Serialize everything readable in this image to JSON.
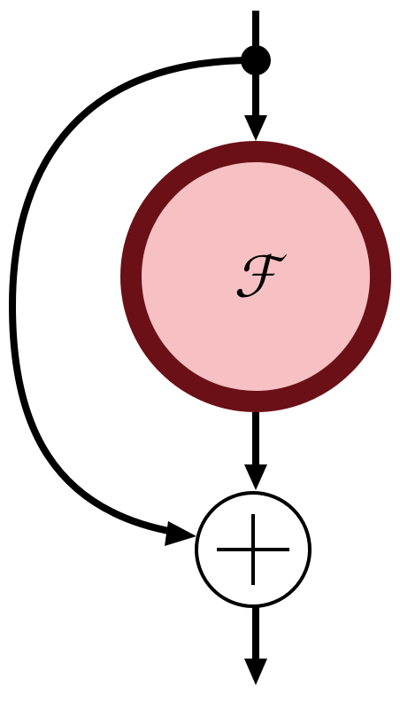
{
  "diagram": {
    "function_block": {
      "label": "ℱ",
      "fill_color": "#f7c1c3",
      "border_color": "#6b1016"
    },
    "sum_node": {
      "symbol": "plus",
      "fill_color": "#ffffff",
      "border_color": "#000000"
    },
    "line_color": "#000000",
    "connections": [
      {
        "from": "input",
        "to": "branch-point"
      },
      {
        "from": "branch-point",
        "to": "function-block"
      },
      {
        "from": "function-block",
        "to": "sum-node"
      },
      {
        "from": "branch-point",
        "to": "sum-node",
        "kind": "skip"
      },
      {
        "from": "sum-node",
        "to": "output"
      }
    ]
  }
}
